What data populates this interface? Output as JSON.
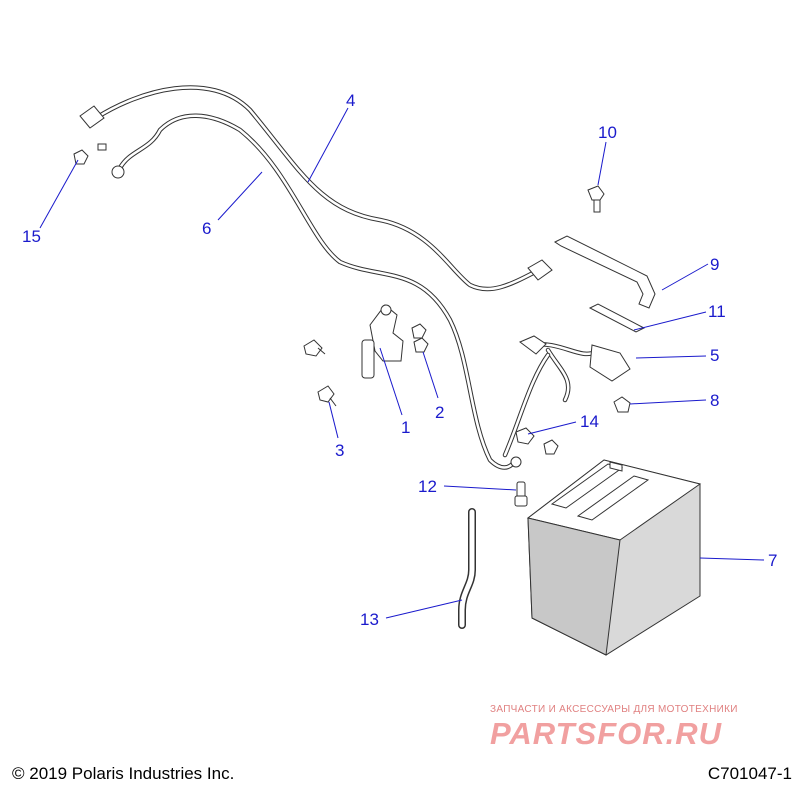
{
  "callouts": {
    "c1": "1",
    "c2": "2",
    "c3": "3",
    "c4": "4",
    "c5": "5",
    "c6": "6",
    "c7": "7",
    "c8": "8",
    "c9": "9",
    "c10": "10",
    "c11": "11",
    "c12": "12",
    "c13": "13",
    "c14": "14",
    "c15": "15"
  },
  "footer": {
    "copyright": "© 2019 Polaris Industries Inc.",
    "drawing_id": "C701047-1"
  },
  "watermark": {
    "tagline": "ЗАПЧАСТИ И АКСЕССУАРЫ ДЛЯ МОТОТЕХНИКИ",
    "logo": "PARTSFOR.RU"
  },
  "colors": {
    "callout": "#1a1acc",
    "line_art": "#333333",
    "watermark": "#f1a0a0"
  }
}
